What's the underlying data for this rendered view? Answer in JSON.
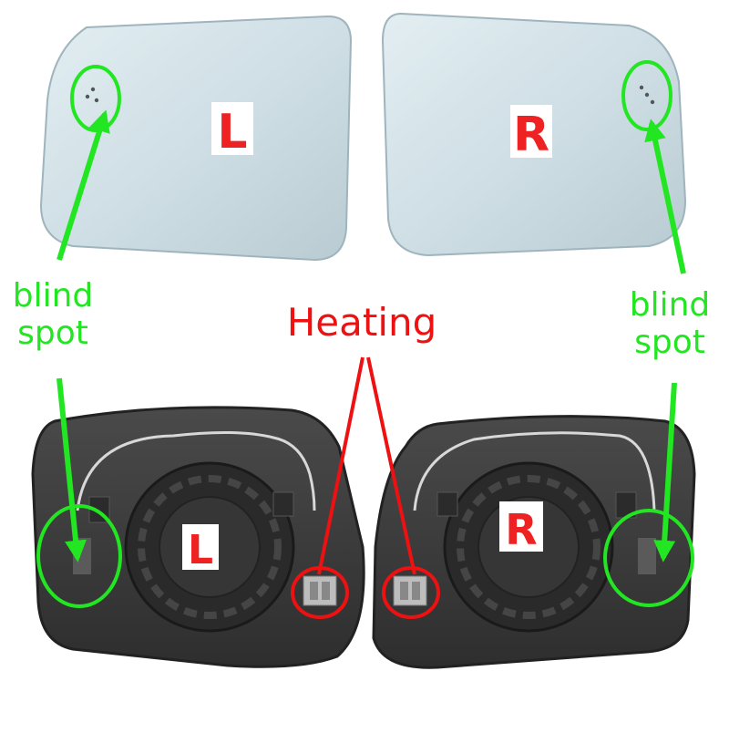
{
  "labels": {
    "left_glass": "L",
    "right_glass": "R",
    "left_back": "L",
    "right_back": "R",
    "blind_spot_left_line1": "blind",
    "blind_spot_left_line2": "spot",
    "blind_spot_right_line1": "blind",
    "blind_spot_right_line2": "spot",
    "heating": "Heating"
  },
  "colors": {
    "callout_green": "#22e622",
    "callout_red": "#ee1111",
    "glass": "#cfe0e6",
    "glass_edge": "#9fb4bd",
    "backplate": "#3b3b3b",
    "backplate_edge": "#222222",
    "letter_bg": "#ffffff"
  }
}
